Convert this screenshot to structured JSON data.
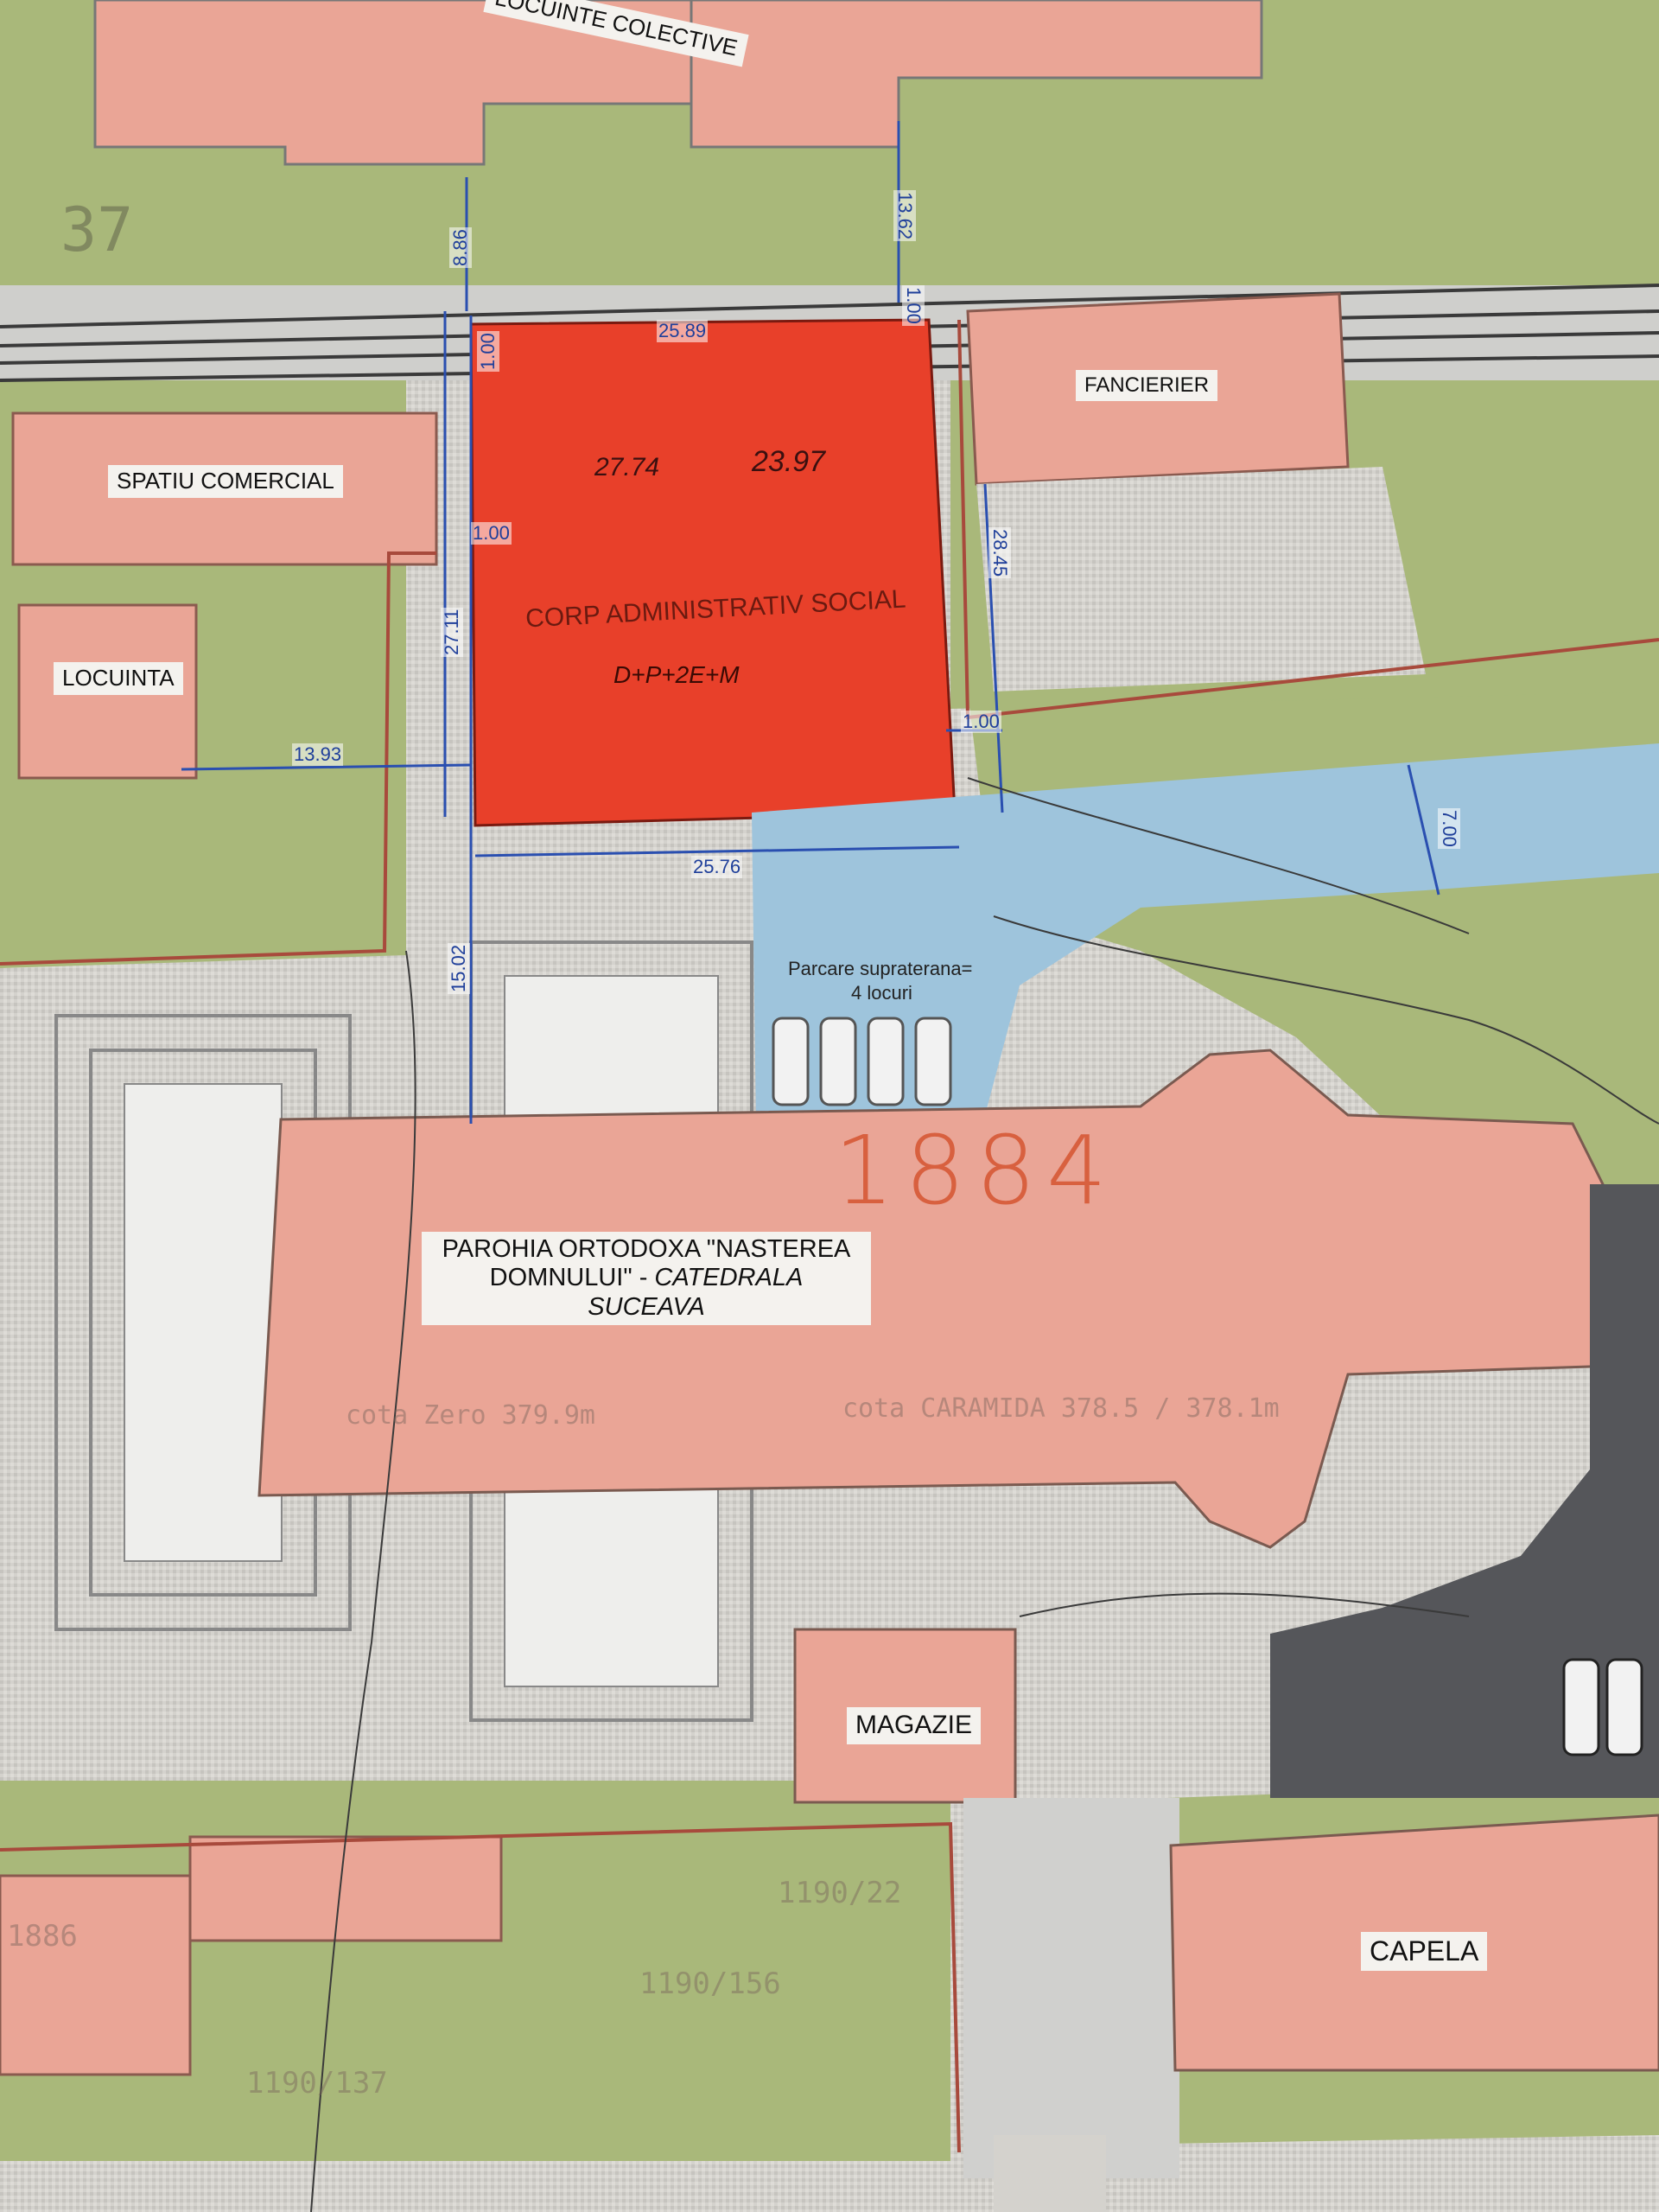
{
  "colors": {
    "green_space": "#a9b87a",
    "building": "#eaa596",
    "new_building": "#e8402a",
    "paving": "#d2d0cb",
    "parking": "#9ec4dc",
    "asphalt": "#55565a",
    "dimension_line": "#2a4fb0",
    "property_line": "#a84a3c"
  },
  "labels": {
    "locuinte_colective": "LOCUINTE COLECTIVE",
    "spatiu_comercial": "SPATIU COMERCIAL",
    "locuinta": "LOCUINTA",
    "fancierier": "FANCIERIER",
    "corp_administrativ": "CORP ADMINISTRATIV SOCIAL",
    "regim_inaltime": "D+P+2E+M",
    "parcare_line1": "Parcare supraterana=",
    "parcare_line2": "4 locuri",
    "parohia_line1": "PAROHIA ORTODOXA \"NASTEREA",
    "parohia_line2_a": "DOMNULUI\" - ",
    "parohia_line2_b": "CATEDRALA SUCEAVA",
    "magazie": "MAGAZIE",
    "capela": "CAPELA",
    "year": "1884",
    "cota_zero": "cota Zero 379.9m",
    "cota_caramida": "cota CARAMIDA 378.5 / 378.1m"
  },
  "dimensions": {
    "d_886": "8.86",
    "d_1362": "13.62",
    "d_100_top": "1.00",
    "d_1005": "1.00",
    "d_100_left": "1.00",
    "d_2589": "25.89",
    "d_2711": "27.11",
    "d_1393": "13.93",
    "d_2845": "28.45",
    "d_100_right": "1.00",
    "d_2576": "25.76",
    "d_700": "7.00",
    "d_1502": "15.02"
  },
  "handwritten": {
    "h1": "37",
    "h2": "27.74",
    "h3": "23.97"
  },
  "cadastral": {
    "c1": "1886",
    "c2": "1190/22",
    "c3": "1190/156",
    "c4": "1190/137"
  }
}
